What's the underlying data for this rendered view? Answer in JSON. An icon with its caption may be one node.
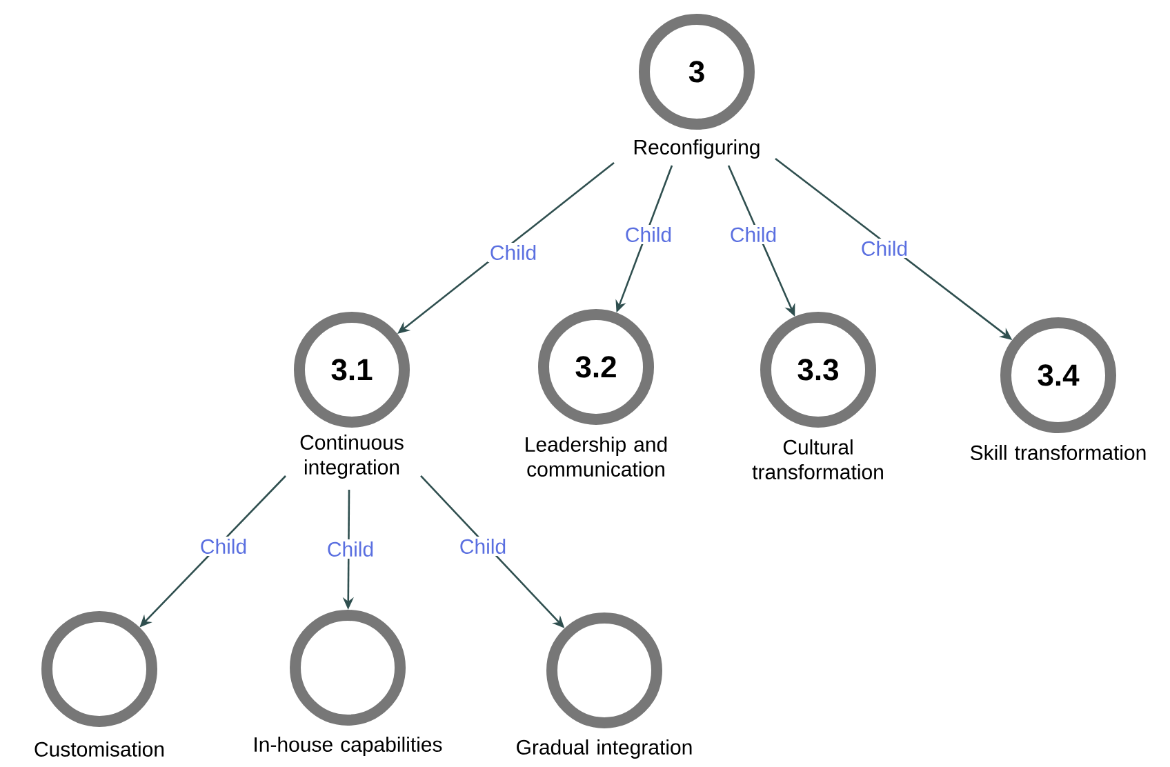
{
  "diagram": {
    "nodes": [
      {
        "text": [
          "3"
        ],
        "beside": [
          "Reconfiguring"
        ]
      },
      {
        "text": [
          "3.1"
        ],
        "beside": [
          "Continuous integration"
        ]
      },
      {
        "text": [
          "3.2"
        ],
        "beside": [
          "Leadership and communication"
        ]
      },
      {
        "text": [
          "3.3"
        ],
        "beside": [
          "Cultural transformation"
        ]
      },
      {
        "text": [
          "3.4"
        ],
        "beside": [
          "Skill transformation"
        ]
      },
      {
        "text": [],
        "shape": "circle",
        "beside": [
          "Customisation"
        ]
      },
      {
        "text": [],
        "shape": "circle",
        "beside": [
          "In-house capabilities"
        ]
      },
      {
        "text": [],
        "shape": "circle",
        "beside": [
          "Gradual integration"
        ]
      }
    ],
    "edges": [
      {
        "from": 0,
        "to": 1,
        "arrow": "to",
        "label": "Child"
      },
      {
        "from": 0,
        "to": 2,
        "arrow": "to",
        "label": "Child"
      },
      {
        "from": 0,
        "to": 3,
        "arrow": "to",
        "label": "Child"
      },
      {
        "from": 0,
        "to": 4,
        "arrow": "to",
        "label": "Child"
      },
      {
        "from": 1,
        "to": 5,
        "arrow": "to",
        "label": "Child"
      },
      {
        "from": 1,
        "to": 6,
        "arrow": "to",
        "label": "Child"
      },
      {
        "from": 1,
        "to": 7,
        "arrow": "to",
        "label": "Child"
      }
    ]
  }
}
